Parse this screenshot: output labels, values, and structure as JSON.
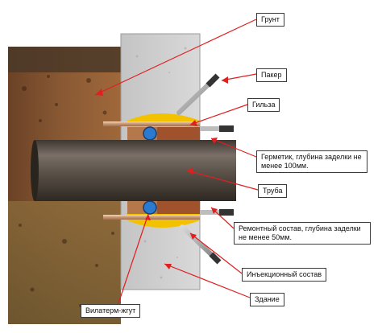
{
  "labels": {
    "grunt": "Грунт",
    "paker": "Пакер",
    "gilza": "Гильза",
    "germetik": "Герметик, глубина заделки не менее 100мм.",
    "truba": "Труба",
    "remont": "Ремонтный состав, глубина заделки не менее 50мм.",
    "inject": "Инъекционный состав",
    "zdanie": "Здание",
    "vilaterm": "Вилатерм-жгут"
  },
  "colors": {
    "wall": "#cfcfcf",
    "soil": "#7a4a2a",
    "pipe": "#5a5048",
    "sealant": "#a0522d",
    "injection": "#f2c200",
    "arrow": "#e02020"
  }
}
